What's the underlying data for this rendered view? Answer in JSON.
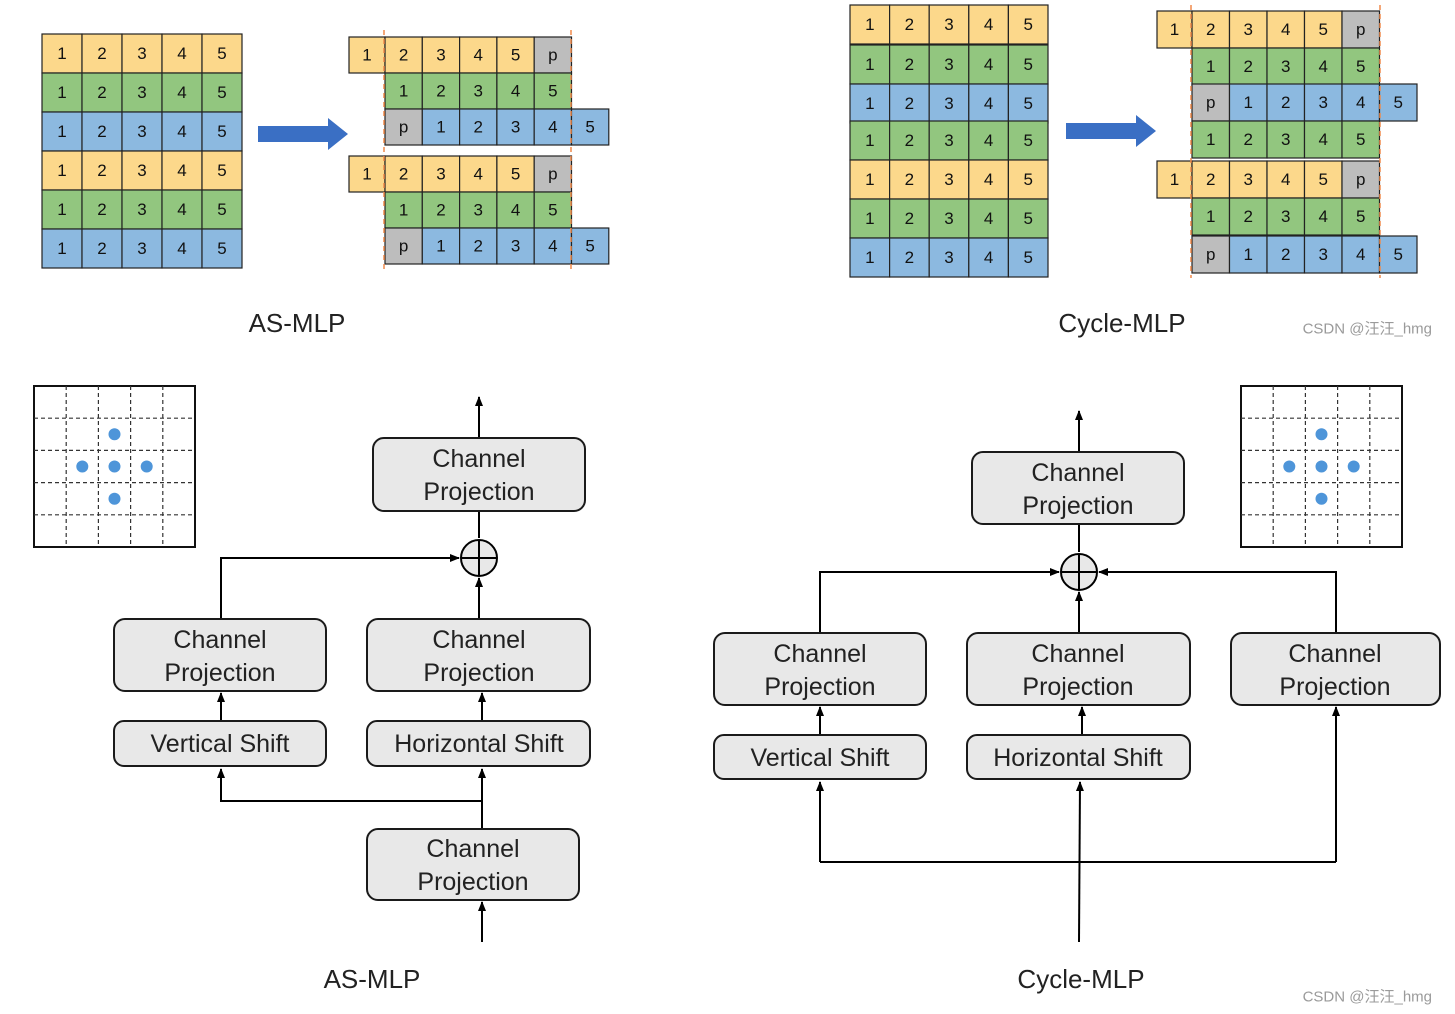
{
  "colors": {
    "yellow": "#FCD88B",
    "green": "#92C67F",
    "blue": "#8CB9E0",
    "gray": "#BDBDBD",
    "cell_border": "#222222",
    "dashed_line": "#F08A4B",
    "arrow_fill": "#3A6FC4",
    "box_fill": "#E8E8E8",
    "box_border": "#1A1A1A",
    "dot": "#4E95D9",
    "line": "#000000",
    "watermark": "#9A9A9A"
  },
  "cell_labels": {
    "numbers": [
      "1",
      "2",
      "3",
      "4",
      "5"
    ],
    "pad": "p"
  },
  "as_mlp_top": {
    "caption": "AS-MLP",
    "grid_row_colors": [
      "yellow",
      "green",
      "blue",
      "yellow",
      "green",
      "blue"
    ],
    "shifted_rows": [
      {
        "color": "yellow",
        "labels": [
          "1",
          "2",
          "3",
          "4",
          "5",
          "p"
        ]
      },
      {
        "color": "green",
        "labels": [
          "1",
          "2",
          "3",
          "4",
          "5"
        ]
      },
      {
        "color": "blue",
        "labels": [
          "p",
          "1",
          "2",
          "3",
          "4",
          "5"
        ]
      },
      {
        "color": "yellow",
        "labels": [
          "1",
          "2",
          "3",
          "4",
          "5",
          "p"
        ]
      },
      {
        "color": "green",
        "labels": [
          "1",
          "2",
          "3",
          "4",
          "5"
        ]
      },
      {
        "color": "blue",
        "labels": [
          "p",
          "1",
          "2",
          "3",
          "4",
          "5"
        ]
      }
    ]
  },
  "cycle_mlp_top": {
    "caption": "Cycle-MLP",
    "grid_row_colors": [
      "yellow",
      "green",
      "blue",
      "green",
      "yellow",
      "green",
      "blue"
    ],
    "shifted_rows": [
      {
        "color": "yellow",
        "labels": [
          "1",
          "2",
          "3",
          "4",
          "5",
          "p"
        ]
      },
      {
        "color": "green",
        "labels": [
          "1",
          "2",
          "3",
          "4",
          "5"
        ]
      },
      {
        "color": "blue",
        "labels": [
          "p",
          "1",
          "2",
          "3",
          "4",
          "5"
        ]
      },
      {
        "color": "green",
        "labels": [
          "1",
          "2",
          "3",
          "4",
          "5"
        ]
      },
      {
        "color": "yellow",
        "labels": [
          "1",
          "2",
          "3",
          "4",
          "5",
          "p"
        ]
      },
      {
        "color": "green",
        "labels": [
          "1",
          "2",
          "3",
          "4",
          "5"
        ]
      },
      {
        "color": "blue",
        "labels": [
          "p",
          "1",
          "2",
          "3",
          "4",
          "5"
        ]
      }
    ]
  },
  "as_mlp_block": {
    "caption": "AS-MLP",
    "top_projection": [
      "Channel",
      "Projection"
    ],
    "left_projection": [
      "Channel",
      "Projection"
    ],
    "right_projection": [
      "Channel",
      "Projection"
    ],
    "bottom_projection": [
      "Channel",
      "Projection"
    ],
    "vertical_shift": "Vertical Shift",
    "horizontal_shift": "Horizontal Shift"
  },
  "cycle_mlp_block": {
    "caption": "Cycle-MLP",
    "top_projection": [
      "Channel",
      "Projection"
    ],
    "left_projection": [
      "Channel",
      "Projection"
    ],
    "middle_projection": [
      "Channel",
      "Projection"
    ],
    "right_projection": [
      "Channel",
      "Projection"
    ],
    "vertical_shift": "Vertical Shift",
    "horizontal_shift": "Horizontal Shift"
  },
  "watermark": "CSDN @汪汪_hmg"
}
